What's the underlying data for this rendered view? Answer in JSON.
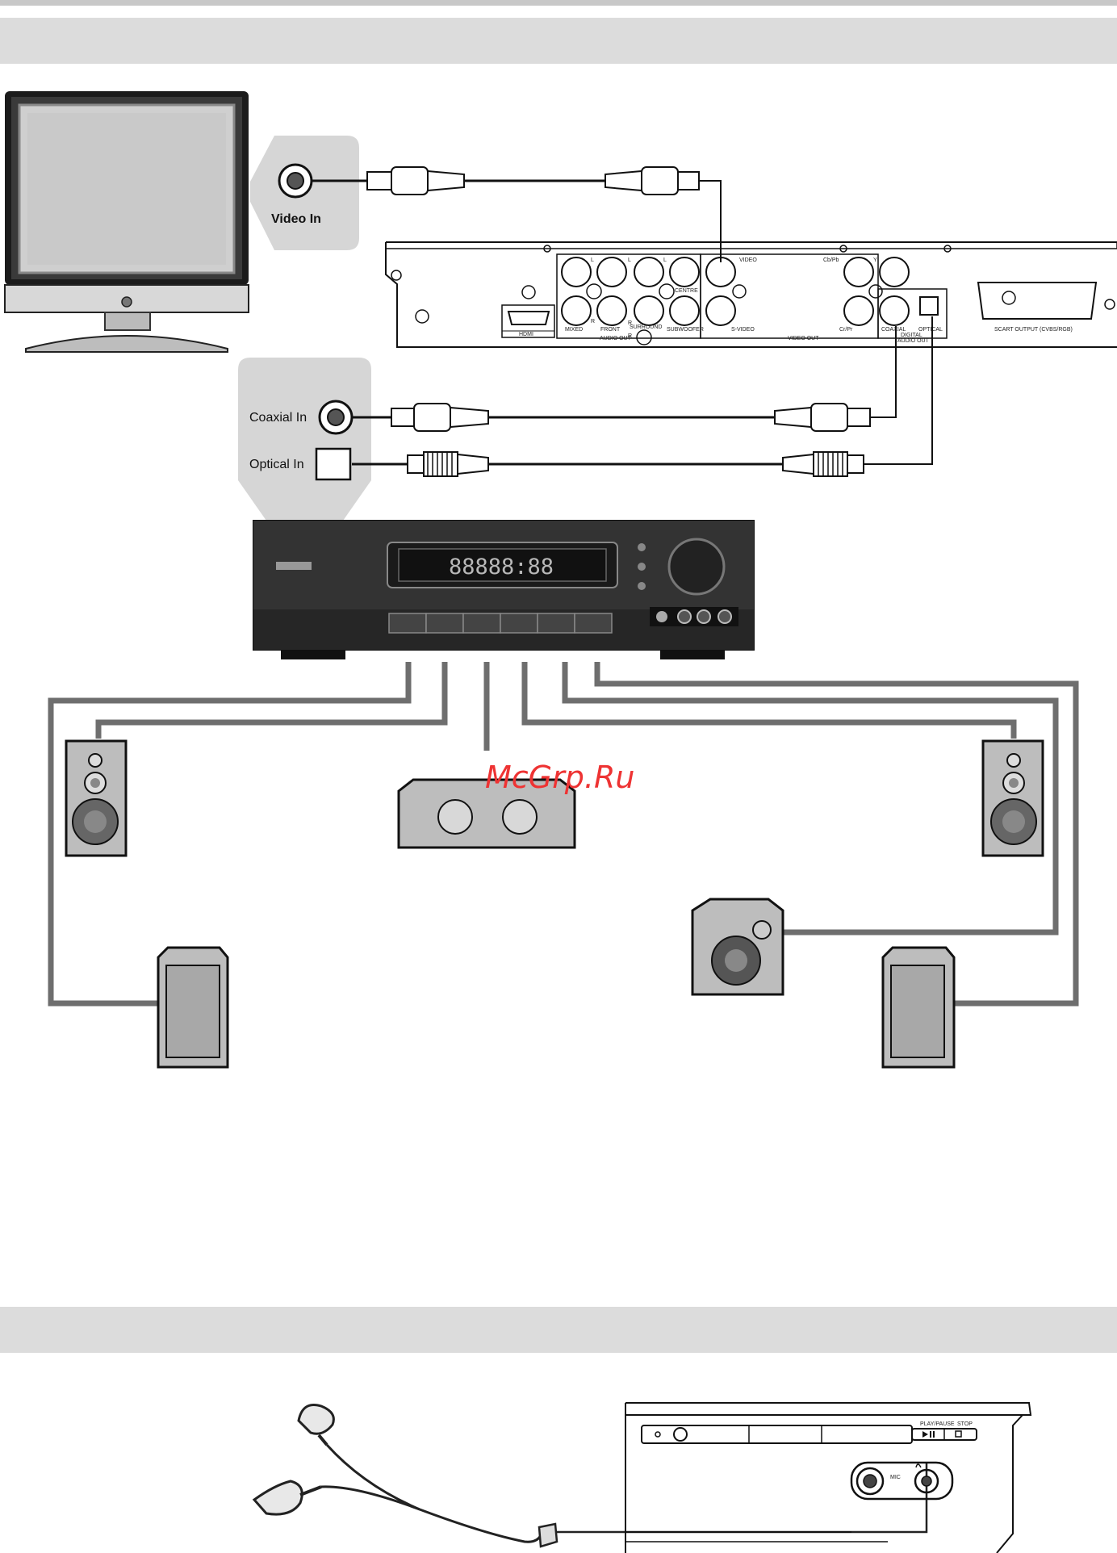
{
  "tv": {
    "video_in_label": "Video In"
  },
  "dvd_rear_panel": {
    "hdmi": "HDMI",
    "audio_out_channels": [
      "L",
      "L",
      "L",
      "R",
      "R",
      "R",
      "MIXED",
      "FRONT",
      "SURROUND",
      "CENTRE",
      "SUBWOOFER"
    ],
    "audio_out": "AUDIO OUT",
    "video": "VIDEO",
    "s_video": "S-VIDEO",
    "video_out": "VIDEO OUT",
    "cb_pb": "Cb/Pb",
    "y": "Y",
    "cr_pr": "Cr/Pr",
    "coaxial": "COAXIAL",
    "optical": "OPTICAL",
    "digital_audio_out": [
      "DIGITAL",
      "AUDIO OUT"
    ],
    "scart_output": "SCART OUTPUT (CVBS/RGB)"
  },
  "amplifier_inputs": {
    "coaxial_in_label": "Coaxial In",
    "optical_in_label": "Optical In",
    "display_digits": "88888:88"
  },
  "watermark": "McGrp.Ru",
  "player_front": {
    "play_pause": "PLAY/PAUSE",
    "stop": "STOP",
    "mic": "MIC"
  },
  "colors": {
    "section_band": "#dcdcdc",
    "cable": "#6e6e6e",
    "watermark": "#e33333"
  }
}
